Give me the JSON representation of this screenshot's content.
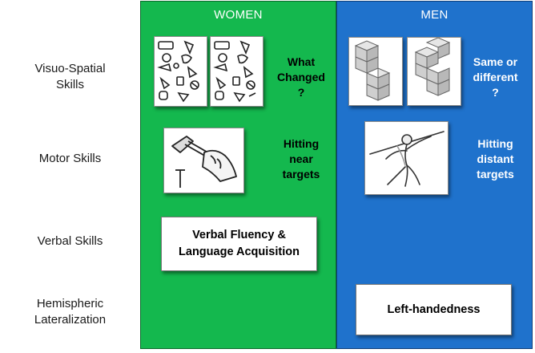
{
  "rows": [
    {
      "label": "Visuo-Spatial\nSkills"
    },
    {
      "label": "Motor Skills"
    },
    {
      "label": "Verbal Skills"
    },
    {
      "label": "Hemispheric\nLateralization"
    }
  ],
  "women": {
    "title": "WOMEN",
    "visuo_callout": "What\nChanged\n?",
    "motor_callout": "Hitting\nnear\ntargets",
    "verbal_box": "Verbal Fluency &\nLanguage Acquisition"
  },
  "men": {
    "title": "MEN",
    "visuo_callout": "Same or\ndifferent\n?",
    "motor_callout": "Hitting\ndistant\ntargets",
    "lateral_box": "Left-handedness"
  },
  "colors": {
    "women_bg": "#14b84e",
    "men_bg": "#1f72cc"
  }
}
